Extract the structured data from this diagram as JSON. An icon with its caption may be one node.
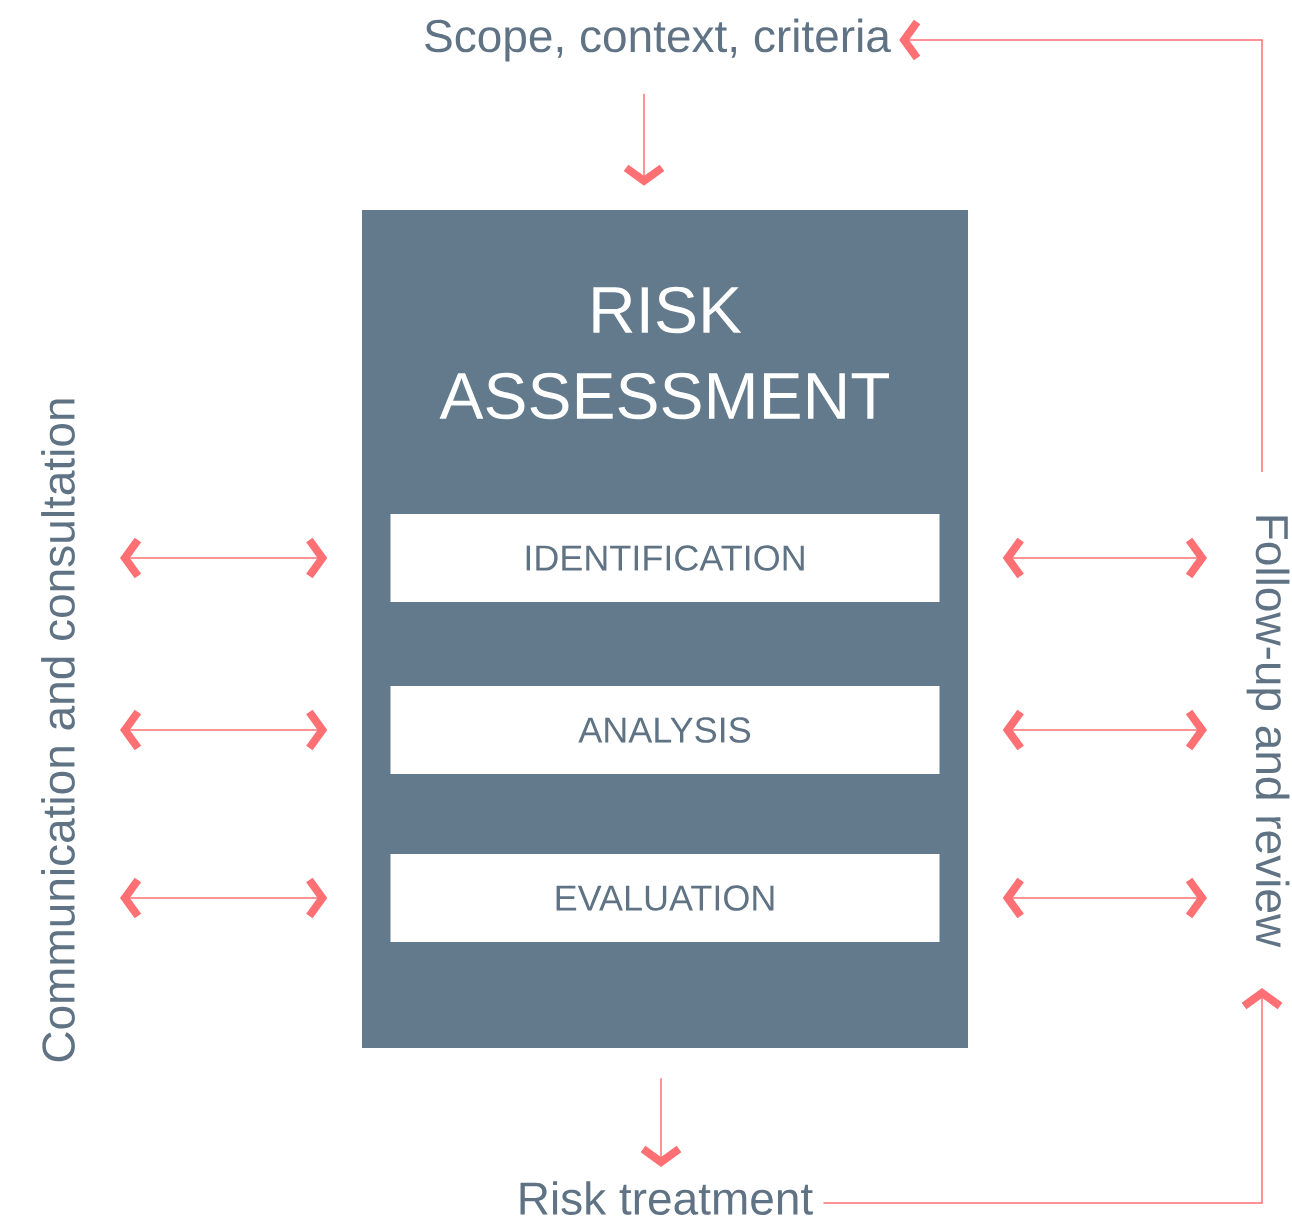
{
  "diagram": {
    "nodes": [
      {
        "text": [
          "Scope, context, criteria"
        ]
      },
      {
        "text": [
          "RISK ASSESSMENT"
        ]
      },
      {
        "text": [
          "IDENTIFICATION"
        ],
        "in": 1
      },
      {
        "text": [
          "ANALYSIS"
        ],
        "in": 1
      },
      {
        "text": [
          "EVALUATION"
        ],
        "in": 1
      },
      {
        "text": [
          "Risk treatment"
        ]
      },
      {
        "text": [
          "Communication and consultation"
        ]
      },
      {
        "text": [
          "Follow-up and review"
        ]
      }
    ],
    "edges": [
      {
        "from": 0,
        "to": 1,
        "arrow": "to"
      },
      {
        "from": 1,
        "to": 5,
        "arrow": "to"
      },
      {
        "from": 6,
        "to": 2,
        "arrow": "both"
      },
      {
        "from": 6,
        "to": 3,
        "arrow": "both"
      },
      {
        "from": 6,
        "to": 4,
        "arrow": "both"
      },
      {
        "from": 2,
        "to": 7,
        "arrow": "both"
      },
      {
        "from": 3,
        "to": 7,
        "arrow": "both"
      },
      {
        "from": 4,
        "to": 7,
        "arrow": "both"
      },
      {
        "from": 5,
        "to": 7,
        "arrow": "to"
      },
      {
        "from": 7,
        "to": 0,
        "arrow": "to"
      }
    ]
  }
}
